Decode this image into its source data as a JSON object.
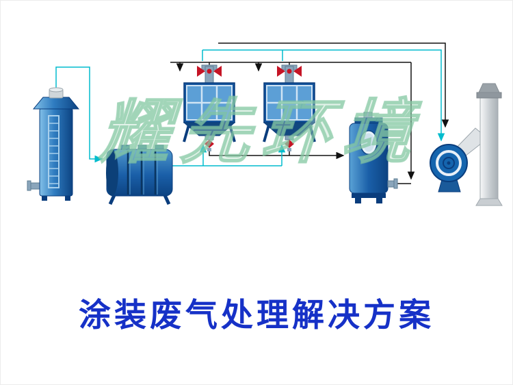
{
  "title": {
    "text": "涂装废气处理解决方案",
    "color": "#1631c7"
  },
  "watermark": {
    "text": "耀先环境",
    "color": "#8fc9a8"
  },
  "diagram": {
    "type": "process-flow",
    "equipment": [
      "spray-scrubber-tower",
      "horizontal-filter-tank",
      "activated-carbon-adsorber-1",
      "activated-carbon-adsorber-2",
      "vertical-buffer-tank",
      "centrifugal-fan",
      "exhaust-chimney"
    ],
    "colors": {
      "equipment_blue": "#1a5fa8",
      "equipment_dark_blue": "#0a3d7d",
      "panel_light_blue": "#5c9fd6",
      "pipe_cyan": "#00bccd",
      "pipe_black": "#111111",
      "valve_red": "#c51425",
      "chimney_gray": "#d9dcde"
    }
  }
}
